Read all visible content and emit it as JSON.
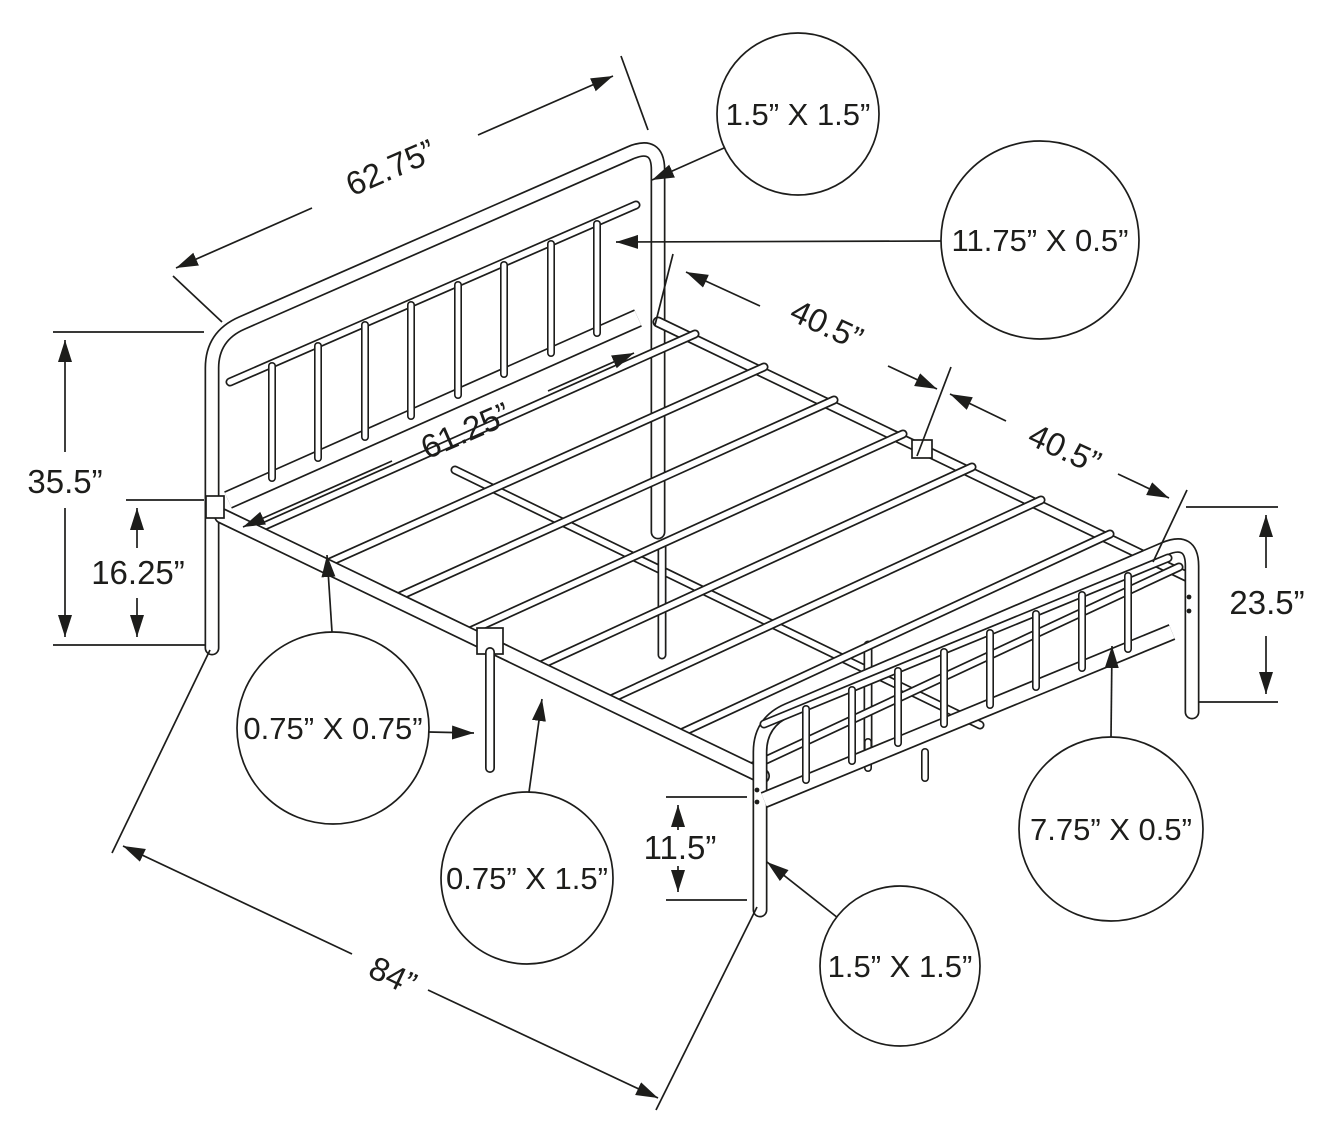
{
  "colors": {
    "line": "#1d1d1b",
    "background": "#ffffff"
  },
  "dimensions": {
    "headboard_width": "62.75”",
    "headboard_height": "35.5”",
    "rail_height": "16.25”",
    "inner_width": "61.25”",
    "rail_half_head": "40.5”",
    "rail_half_foot": "40.5”",
    "footboard_height": "23.5”",
    "footboard_rail_clearance": "11.5”",
    "bed_length": "84”"
  },
  "callouts": {
    "headboard_tube": "1.5” X 1.5”",
    "headboard_panel": "11.75” X 0.5”",
    "support_leg": "0.75” X 0.75”",
    "side_rail": "0.75” X 1.5”",
    "footboard_panel": "7.75” X 0.5”",
    "footboard_leg": "1.5” X 1.5”"
  }
}
